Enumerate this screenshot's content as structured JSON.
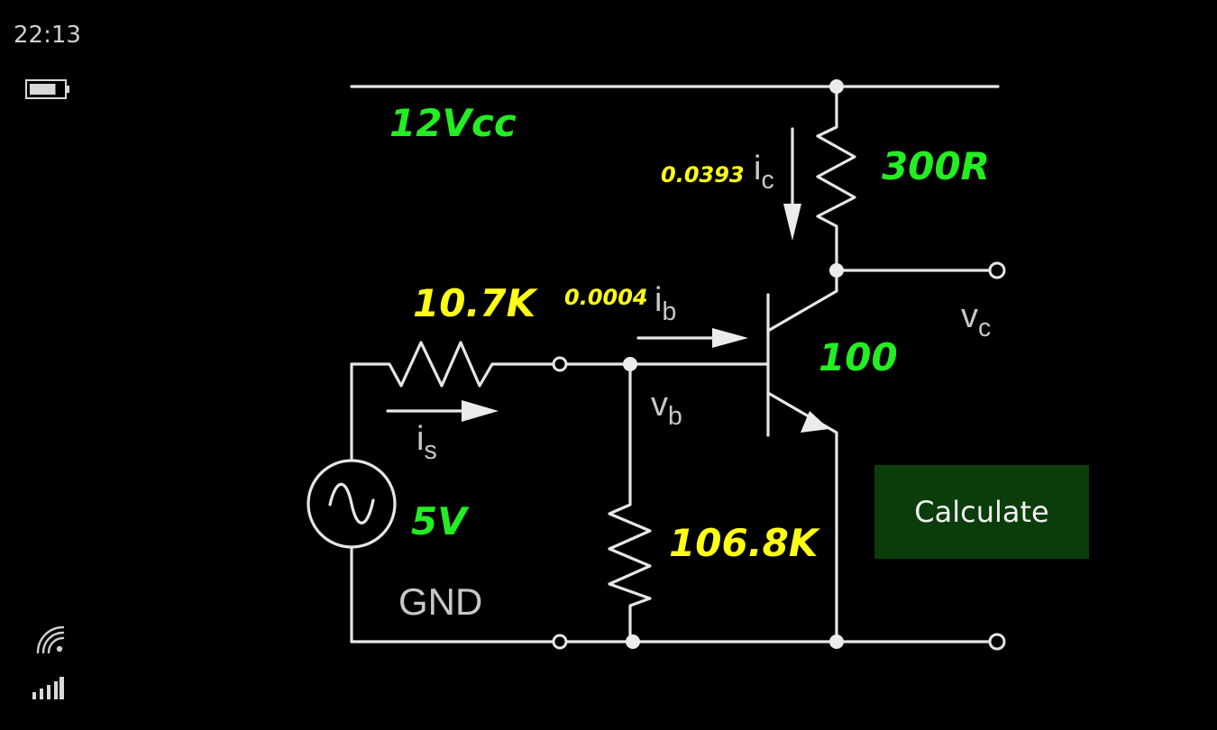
{
  "status_bar": {
    "time": "22:13",
    "battery_icon": "battery-icon",
    "wifi_icon": "wifi-icon",
    "signal_icon": "cellular-signal-icon",
    "battery_level": 0.75
  },
  "circuit": {
    "supply_voltage": "12Vcc",
    "collector_resistor": "300R",
    "collector_current": "0.0393",
    "collector_current_symbol": "i",
    "collector_current_sub": "c",
    "base_resistor": "10.7K",
    "base_current": "0.0004",
    "base_current_symbol": "i",
    "base_current_sub": "b",
    "beta": "100",
    "source_current_symbol": "i",
    "source_current_sub": "s",
    "source_voltage": "5V",
    "ground_label": "GND",
    "bias_resistor": "106.8K",
    "base_voltage_symbol": "v",
    "base_voltage_sub": "b",
    "collector_voltage_symbol": "v",
    "collector_voltage_sub": "c"
  },
  "actions": {
    "calculate_label": "Calculate"
  },
  "colors": {
    "input_value": "#22ee22",
    "computed_value": "#ffff14",
    "button_bg": "#0b3d0b",
    "wire": "#e6e6e6"
  }
}
